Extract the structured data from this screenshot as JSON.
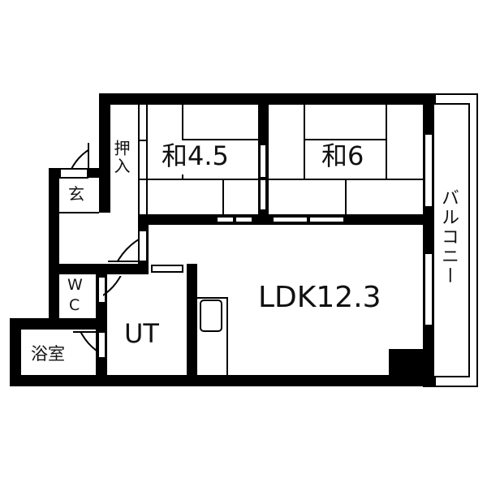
{
  "floor_plan": {
    "rooms": [
      {
        "id": "washitsu-45",
        "label": "和4.5"
      },
      {
        "id": "washitsu-6",
        "label": "和6"
      },
      {
        "id": "oshiire",
        "label": "押入"
      },
      {
        "id": "genkan",
        "label": "玄"
      },
      {
        "id": "wc",
        "label": "WC",
        "label_top": "W",
        "label_bottom": "C"
      },
      {
        "id": "yokushitsu",
        "label": "浴室"
      },
      {
        "id": "ut",
        "label": "UT"
      },
      {
        "id": "ldk",
        "label": "LDK12.3"
      },
      {
        "id": "balcony",
        "label": "バルコニー"
      }
    ],
    "colors": {
      "wall": "#000000",
      "floor": "#ffffff",
      "text": "#111111"
    }
  }
}
